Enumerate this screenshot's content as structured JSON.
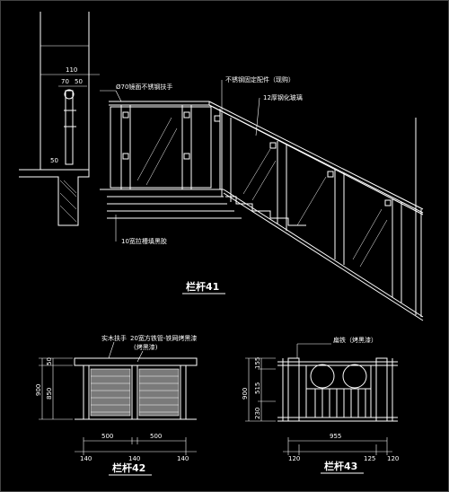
{
  "drawing": {
    "railing41": {
      "title": "栏杆41",
      "dim_top": "110",
      "dim_70": "70",
      "dim_50": "50",
      "dim_50b": "50",
      "note_handrail": "Ø70镜面不锈钢扶手",
      "note_fixture": "不锈钢固定配件（现购）",
      "note_glass": "12厚钢化玻璃",
      "note_groove": "10宽拉槽填黑胶"
    },
    "railing42": {
      "title": "栏杆42",
      "note_wood": "实木扶手",
      "note_steel": "20宽方铁管-铁网烤黑漆",
      "note_paint": "(烤黑漆)",
      "dim_h900": "900",
      "dim_h850": "850",
      "dim_h50": "50",
      "dim_500a": "500",
      "dim_500b": "500",
      "dim_140a": "140",
      "dim_140b": "140",
      "dim_140c": "140"
    },
    "railing43": {
      "title": "栏杆43",
      "note_panel": "扁铁（烤黑漆）",
      "dim_h900": "900",
      "dim_155": "155",
      "dim_515": "515",
      "dim_230": "230",
      "dim_955": "955",
      "dim_120a": "120",
      "dim_125": "125",
      "dim_120b": "120"
    }
  }
}
